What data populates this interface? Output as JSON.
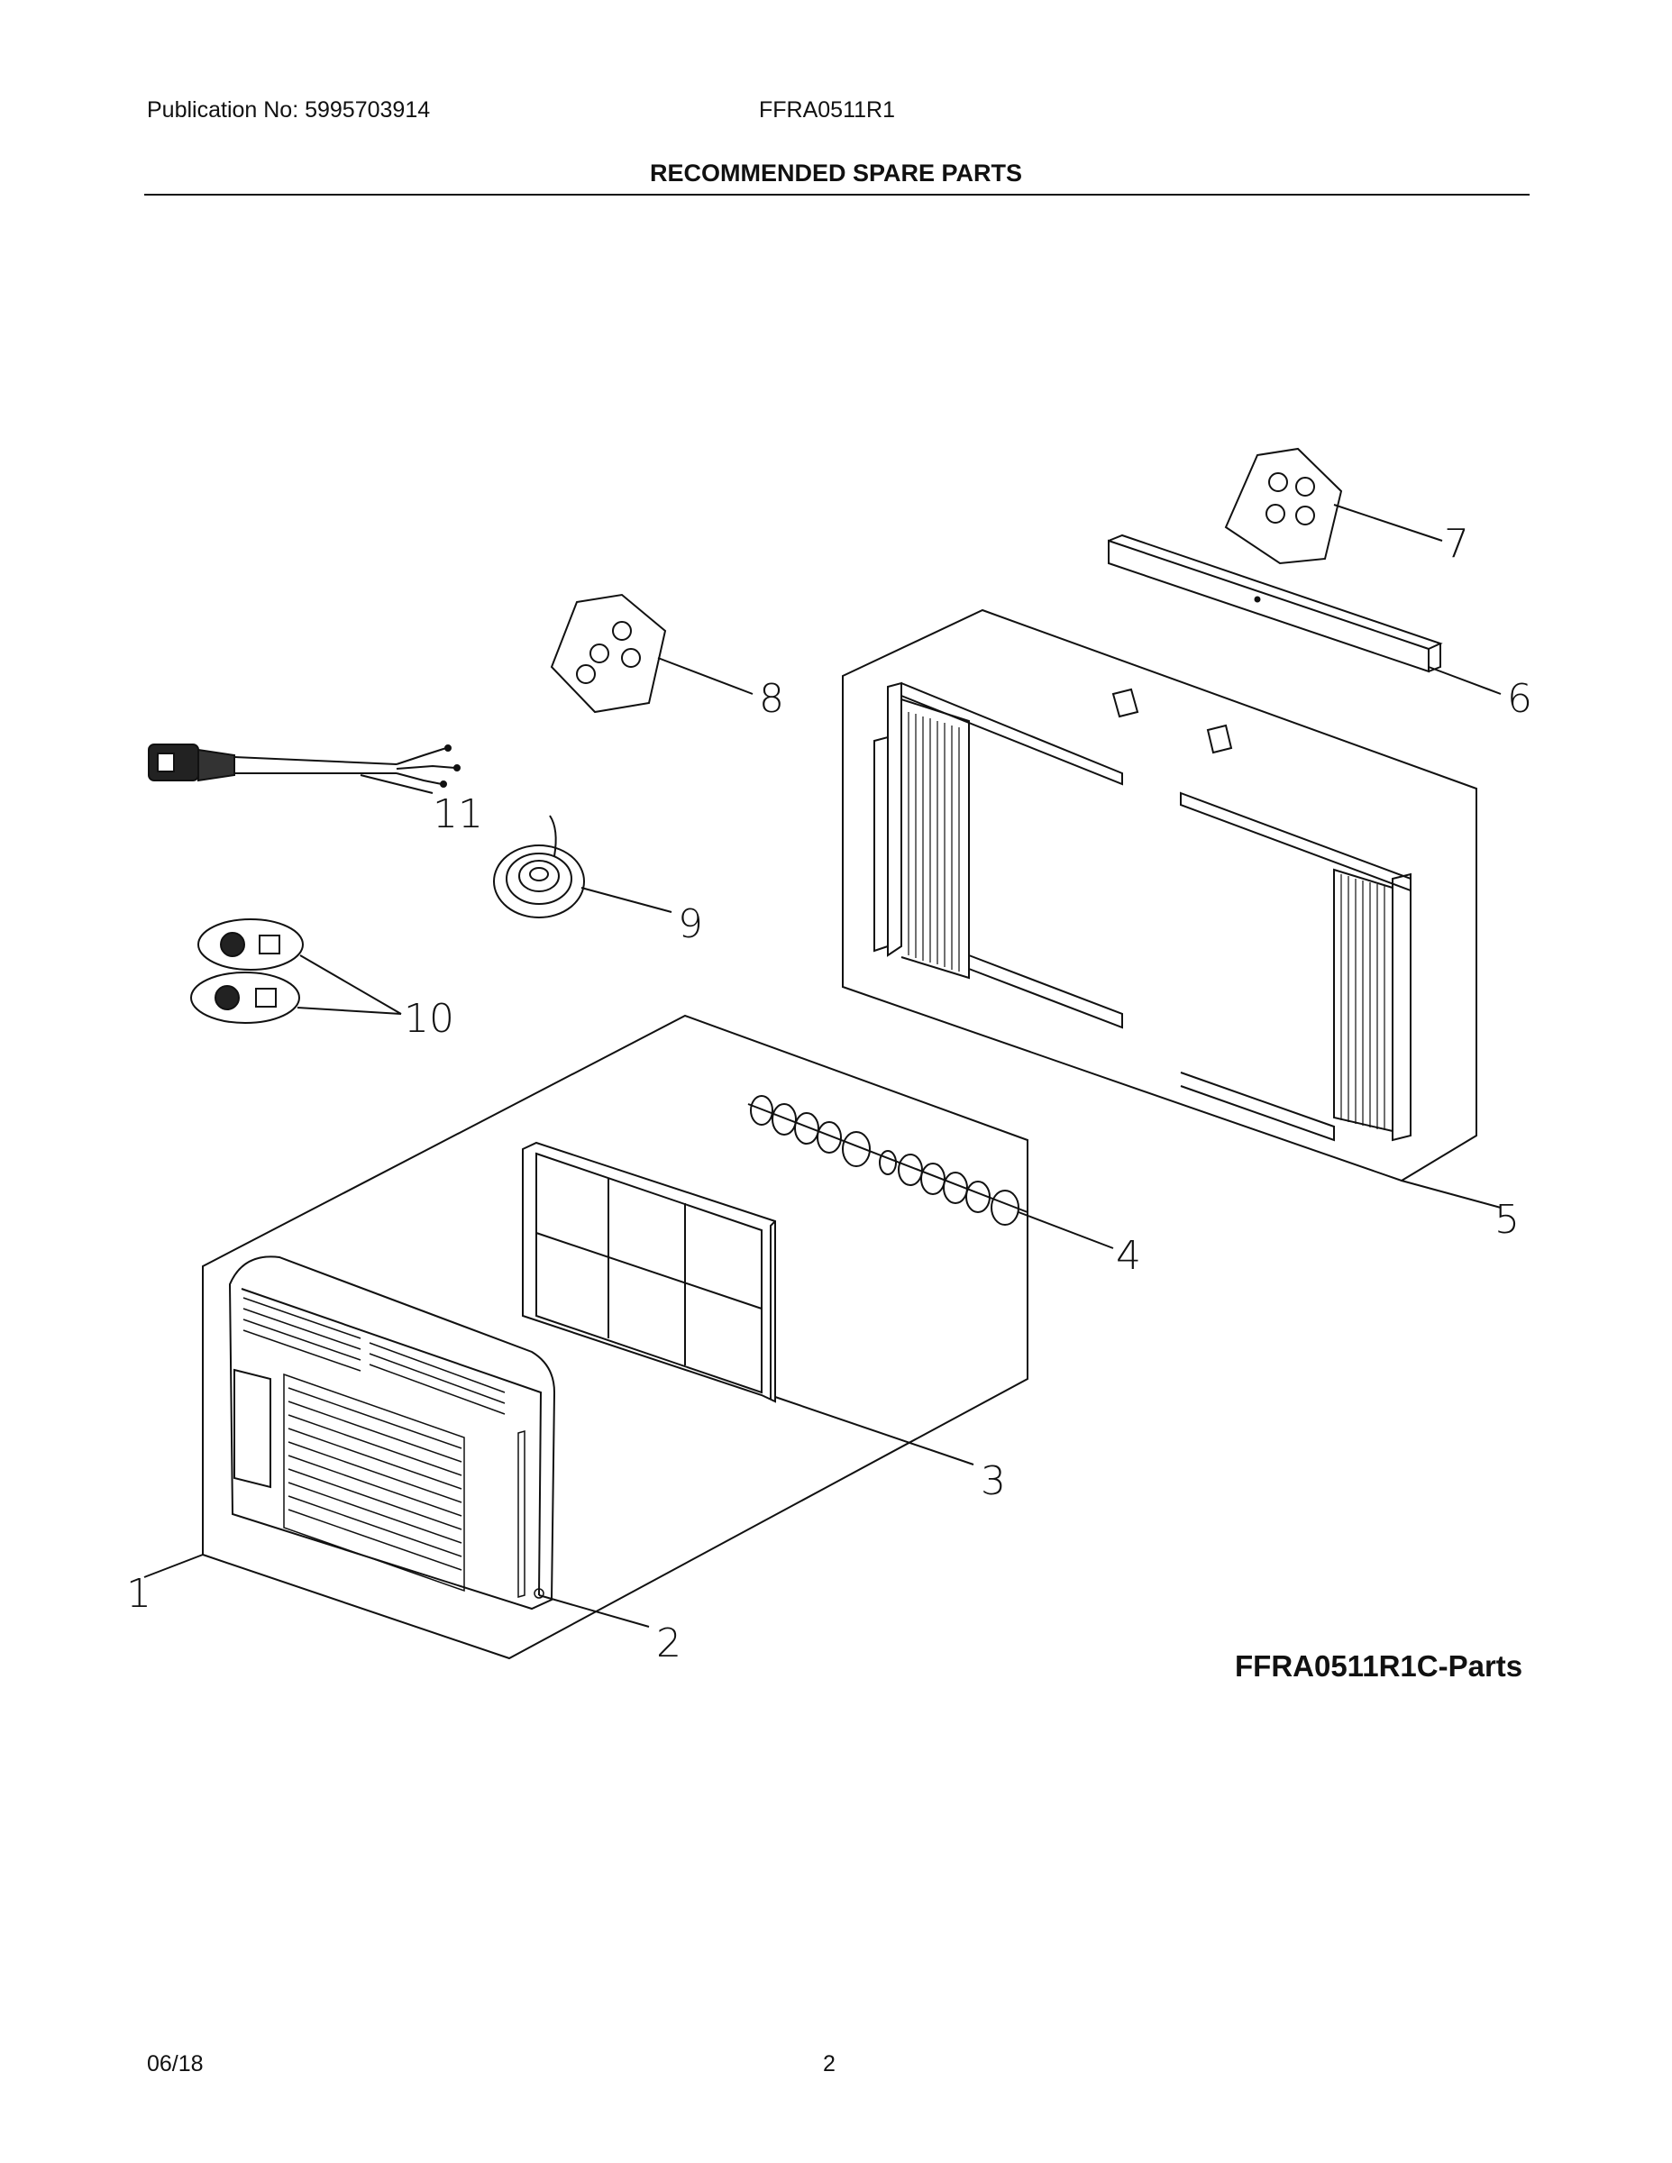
{
  "header": {
    "publication": "Publication No: 5995703914",
    "model": "FFRA0511R1",
    "title": "RECOMMENDED SPARE PARTS"
  },
  "diagram": {
    "parts_label": "FFRA0511R1C-Parts",
    "callouts": [
      "1",
      "2",
      "3",
      "4",
      "5",
      "6",
      "7",
      "8",
      "9",
      "10",
      "11"
    ],
    "parts": [
      {
        "callout": "1",
        "icon": "front-panel-icon"
      },
      {
        "callout": "2",
        "icon": "front-grille-icon"
      },
      {
        "callout": "3",
        "icon": "air-filter-icon"
      },
      {
        "callout": "4",
        "icon": "knob-shaft-icon"
      },
      {
        "callout": "5",
        "icon": "window-kit-icon"
      },
      {
        "callout": "6",
        "icon": "top-rail-icon"
      },
      {
        "callout": "7",
        "icon": "screw-bag-icon"
      },
      {
        "callout": "8",
        "icon": "screw-bag-icon"
      },
      {
        "callout": "9",
        "icon": "foam-seal-roll-icon"
      },
      {
        "callout": "10",
        "icon": "control-knob-icon"
      },
      {
        "callout": "11",
        "icon": "power-cord-icon"
      }
    ]
  },
  "footer": {
    "date": "06/18",
    "page": "2"
  }
}
